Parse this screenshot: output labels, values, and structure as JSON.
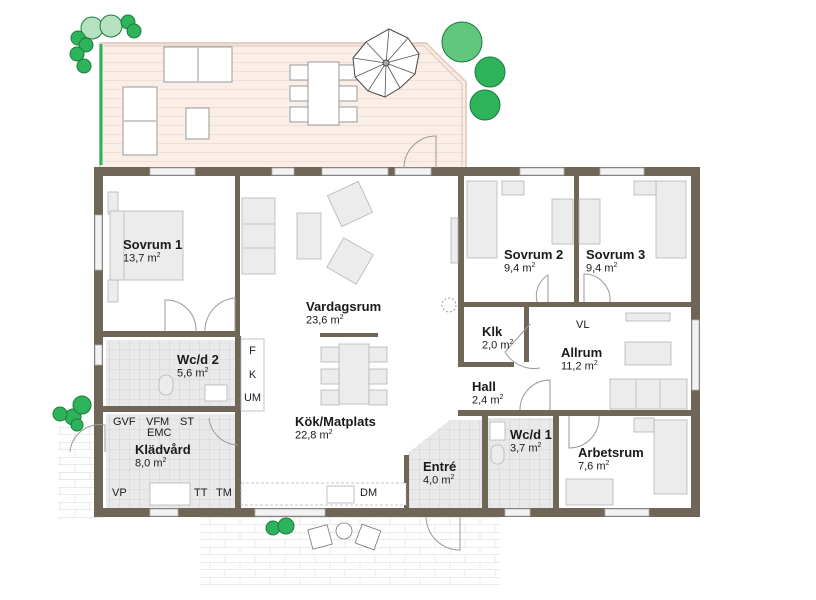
{
  "plan": {
    "colors": {
      "wall": "#6f6657",
      "deck": "#fbeee6",
      "deck_lines": "#ead7cc",
      "tile": "#e6e6e6",
      "tile_lines": "#cfcfcf",
      "furniture": "#ececec",
      "furniture_stroke": "#b5b5b5",
      "tree_dark": "#2db45a",
      "tree_light": "#a8dcb4",
      "paving_lines": "#e2e2e2"
    },
    "area_unit": "m",
    "area_exp": "2",
    "rooms": [
      {
        "id": "sovrum-1",
        "name": "Sovrum 1",
        "area": "13,7"
      },
      {
        "id": "vardagsrum",
        "name": "Vardagsrum",
        "area": "23,6"
      },
      {
        "id": "sovrum-2",
        "name": "Sovrum 2",
        "area": "9,4"
      },
      {
        "id": "sovrum-3",
        "name": "Sovrum 3",
        "area": "9,4"
      },
      {
        "id": "klk",
        "name": "Klk",
        "area": "2,0"
      },
      {
        "id": "allrum",
        "name": "Allrum",
        "area": "11,2"
      },
      {
        "id": "hall",
        "name": "Hall",
        "area": "2,4"
      },
      {
        "id": "wcd-2",
        "name": "Wc/d 2",
        "area": "5,6"
      },
      {
        "id": "kok-matplats",
        "name": "Kök/Matplats",
        "area": "22,8"
      },
      {
        "id": "wcd-1",
        "name": "Wc/d 1",
        "area": "3,7"
      },
      {
        "id": "arbetsrum",
        "name": "Arbetsrum",
        "area": "7,6"
      },
      {
        "id": "kladvard",
        "name": "Klädvård",
        "area": "8,0"
      },
      {
        "id": "entre",
        "name": "Entré",
        "area": "4,0"
      }
    ],
    "fixtures": {
      "f": "F",
      "k": "K",
      "um": "UM",
      "gvf": "GVF",
      "vfm": "VFM",
      "emc": "EMC",
      "st": "ST",
      "vp": "VP",
      "tt": "TT",
      "tm": "TM",
      "dm": "DM",
      "vl": "VL"
    }
  }
}
